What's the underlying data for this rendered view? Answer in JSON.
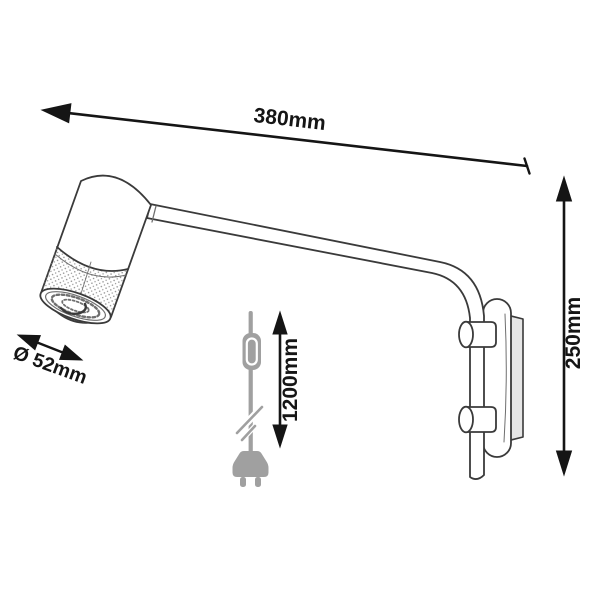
{
  "diagram": {
    "labels": {
      "arm_length": "380mm",
      "mount_height": "250mm",
      "cord_length": "1200mm",
      "head_diameter": "Ø 52mm"
    },
    "parts": {
      "lamp_head": "cylindrical spotlight head",
      "lamp_arm": "bent tubular arm",
      "wall_bracket": "wall mount bracket with two thumbscrews",
      "cord": "power cord with inline switch and plug"
    },
    "colors": {
      "background": "#ffffff",
      "line_art": "#3a3a3a",
      "line_soft": "#6f6f6f",
      "dimension_ink": "#151515",
      "cord_gray": "#a0a0a0",
      "plate_shade": "#e6e6e6",
      "stipple_dots": "#8a8a8a"
    }
  }
}
